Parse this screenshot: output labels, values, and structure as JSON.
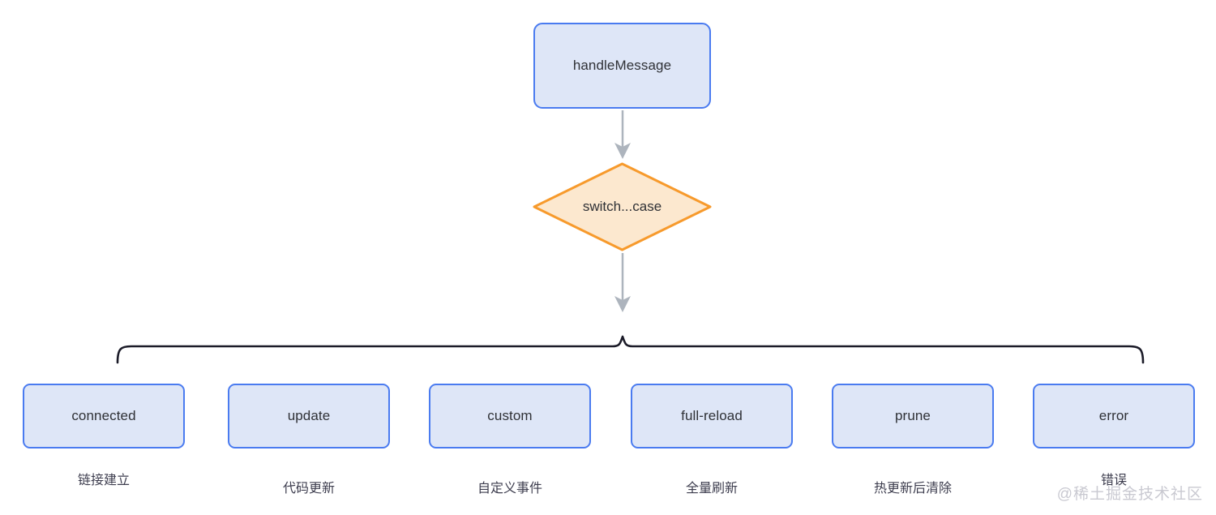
{
  "diagram": {
    "type": "flowchart",
    "direction": "top-down",
    "root": {
      "id": "handleMessage",
      "label": "handleMessage",
      "shape": "rectangle",
      "fill": "#dee6f7",
      "stroke": "#4a7bf0"
    },
    "decision": {
      "id": "switch-case",
      "label": "switch...case",
      "shape": "diamond",
      "fill": "#fce8cf",
      "stroke": "#f79a2c"
    },
    "connectors": {
      "arrow_color": "#adb4bd",
      "brace_color": "#1b1b28",
      "arrows": [
        {
          "from": "handleMessage",
          "to": "switch-case"
        },
        {
          "from": "switch-case",
          "to": "branch-brace"
        }
      ]
    },
    "branches": [
      {
        "id": "connected",
        "label": "connected",
        "note": "链接建立"
      },
      {
        "id": "update",
        "label": "update",
        "note": "代码更新"
      },
      {
        "id": "custom",
        "label": "custom",
        "note": "自定义事件"
      },
      {
        "id": "full-reload",
        "label": "full-reload",
        "note": "全量刷新"
      },
      {
        "id": "prune",
        "label": "prune",
        "note": "热更新后清除"
      },
      {
        "id": "error",
        "label": "error",
        "note": "错误"
      }
    ]
  },
  "watermark": {
    "text": "@稀土掘金技术社区"
  }
}
